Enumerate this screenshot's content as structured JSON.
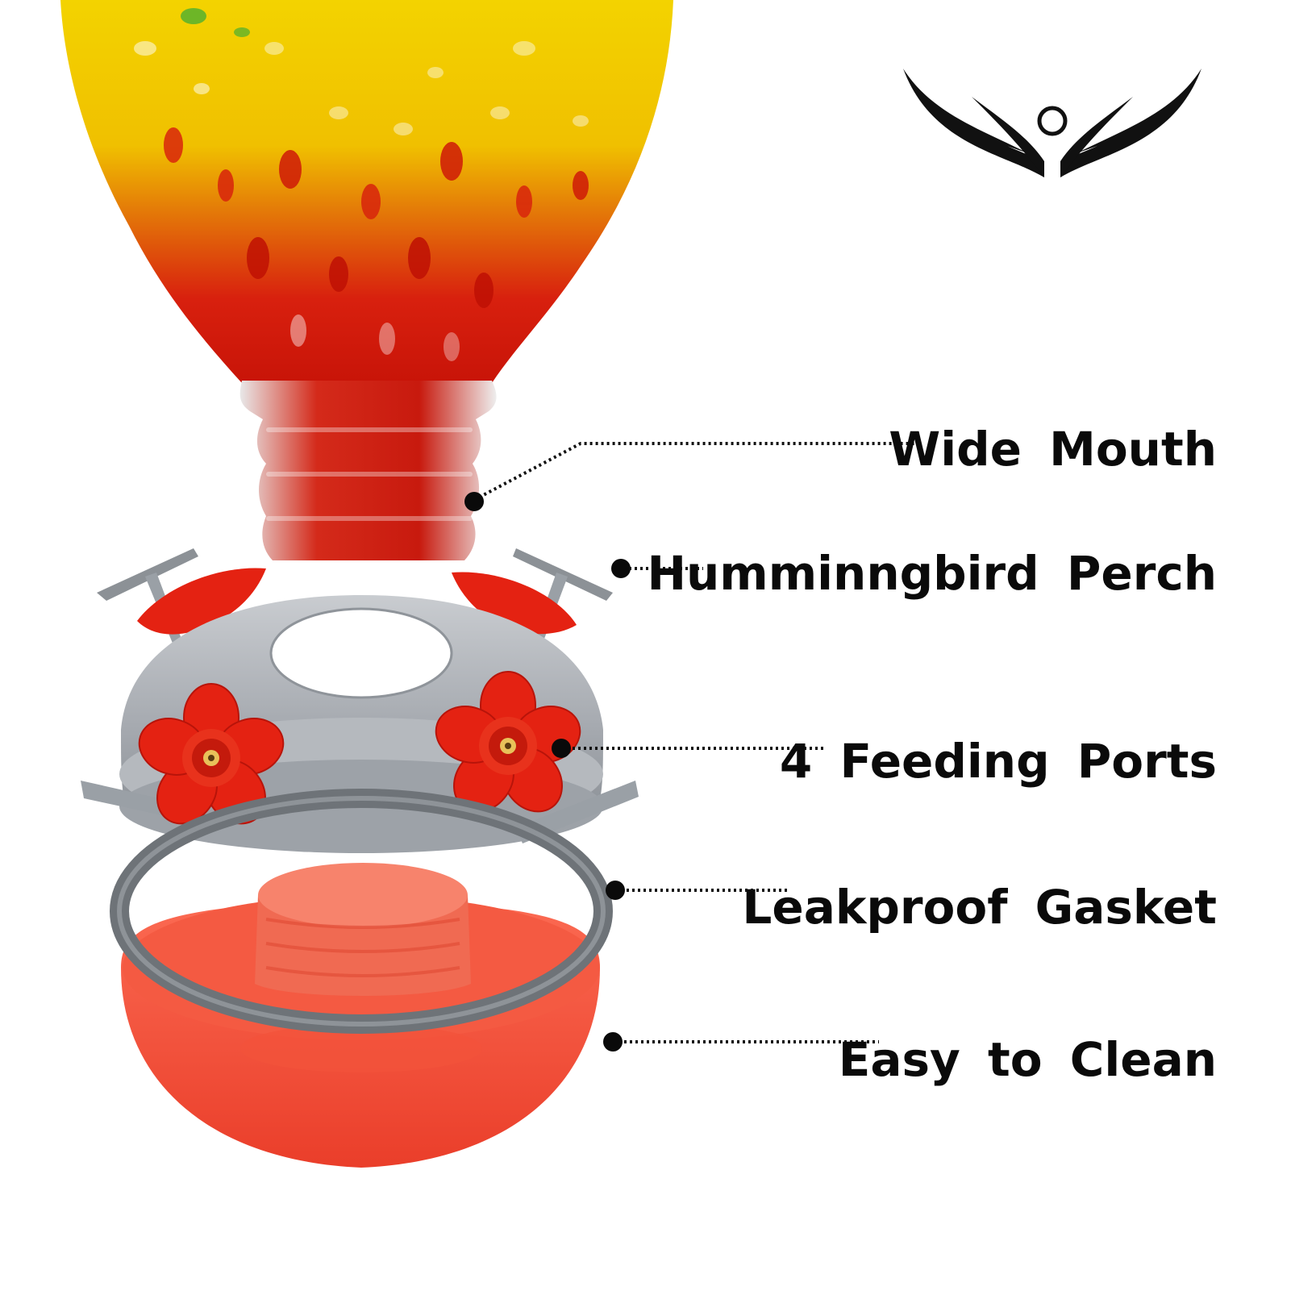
{
  "callouts": [
    {
      "label": "Wide  Mouth"
    },
    {
      "label": "Humminngbird  Perch"
    },
    {
      "label": "4  Feeding  Ports"
    },
    {
      "label": "Leakproof  Gasket"
    },
    {
      "label": "Easy  to Clean"
    }
  ],
  "colors": {
    "glass_yellow": "#f2c400",
    "glass_red": "#d8160e",
    "metal_silver": "#a9adb3",
    "base_red": "#f04a35",
    "gasket_gray": "#6e7378",
    "flower_red": "#e42212",
    "text": "#0a0a0a"
  },
  "icons": [
    "wings-logo-icon",
    "callout-dot-icon"
  ]
}
